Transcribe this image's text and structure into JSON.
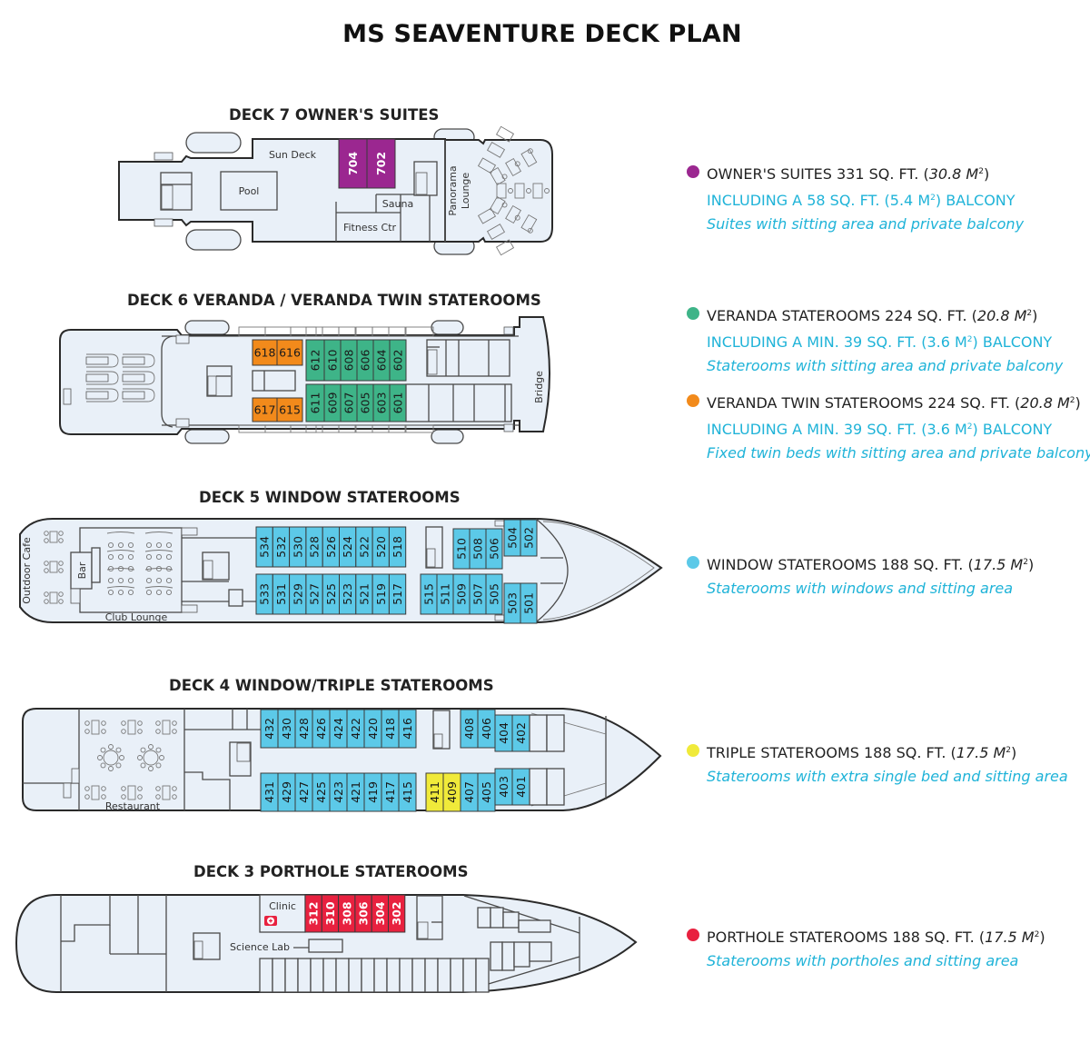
{
  "title": "MS SEAVENTURE DECK PLAN",
  "colors": {
    "owners_suite": "#9b2790",
    "veranda": "#3eb488",
    "veranda_twin": "#f28a1b",
    "window": "#5cc9e8",
    "triple": "#f0ea3a",
    "porthole": "#e8213f",
    "accent_text": "#1fb3d8",
    "deck_fill": "#e9f0f8"
  },
  "decks": [
    {
      "id": "deck7",
      "title": "DECK 7 OWNER'S SUITES",
      "labels": {
        "sun_deck": "Sun Deck",
        "pool": "Pool",
        "sauna": "Sauna",
        "fitness": "Fitness Ctr",
        "panorama_1": "Panorama",
        "panorama_2": "Lounge"
      },
      "cabins": [
        {
          "num": "704",
          "type": "owners_suite"
        },
        {
          "num": "702",
          "type": "owners_suite"
        }
      ]
    },
    {
      "id": "deck6",
      "title": "DECK 6 VERANDA / VERANDA TWIN STATEROOMS",
      "labels": {
        "bridge": "Bridge"
      },
      "cabins_top": [
        {
          "num": "618",
          "type": "veranda_twin"
        },
        {
          "num": "616",
          "type": "veranda_twin"
        },
        {
          "num": "612",
          "type": "veranda"
        },
        {
          "num": "610",
          "type": "veranda"
        },
        {
          "num": "608",
          "type": "veranda"
        },
        {
          "num": "606",
          "type": "veranda"
        },
        {
          "num": "604",
          "type": "veranda"
        },
        {
          "num": "602",
          "type": "veranda"
        }
      ],
      "cabins_bottom": [
        {
          "num": "617",
          "type": "veranda_twin"
        },
        {
          "num": "615",
          "type": "veranda_twin"
        },
        {
          "num": "611",
          "type": "veranda"
        },
        {
          "num": "609",
          "type": "veranda"
        },
        {
          "num": "607",
          "type": "veranda"
        },
        {
          "num": "605",
          "type": "veranda"
        },
        {
          "num": "603",
          "type": "veranda"
        },
        {
          "num": "601",
          "type": "veranda"
        }
      ]
    },
    {
      "id": "deck5",
      "title": "DECK 5 WINDOW STATEROOMS",
      "labels": {
        "outdoor_cafe": "Outdoor Cafe",
        "bar": "Bar",
        "club_lounge": "Club Lounge"
      },
      "cabins_top_aft": [
        "534",
        "532",
        "530",
        "528",
        "526",
        "524",
        "522",
        "520",
        "518"
      ],
      "cabins_bottom_aft": [
        "533",
        "531",
        "529",
        "527",
        "525",
        "523",
        "521",
        "519",
        "517"
      ],
      "cabins_top_fwd": [
        "510",
        "508",
        "506",
        "504",
        "502"
      ],
      "cabins_bottom_fwd": [
        "515",
        "511",
        "509",
        "507",
        "505",
        "503",
        "501"
      ],
      "type": "window"
    },
    {
      "id": "deck4",
      "title": "DECK 4 WINDOW/TRIPLE STATEROOMS",
      "labels": {
        "restaurant": "Restaurant"
      },
      "cabins_top_aft": [
        "432",
        "430",
        "428",
        "426",
        "424",
        "422",
        "420",
        "418",
        "416"
      ],
      "cabins_bottom_aft": [
        "431",
        "429",
        "427",
        "425",
        "423",
        "421",
        "419",
        "417",
        "415"
      ],
      "cabins_top_fwd": [
        "408",
        "406",
        "404",
        "402"
      ],
      "cabins_bottom_fwd": [
        {
          "num": "411",
          "type": "triple"
        },
        {
          "num": "409",
          "type": "triple"
        },
        {
          "num": "407",
          "type": "window"
        },
        {
          "num": "405",
          "type": "window"
        },
        {
          "num": "403",
          "type": "window"
        },
        {
          "num": "401",
          "type": "window"
        }
      ]
    },
    {
      "id": "deck3",
      "title": "DECK 3 PORTHOLE STATEROOMS",
      "labels": {
        "clinic": "Clinic",
        "science_lab": "Science Lab"
      },
      "cabins": [
        "312",
        "310",
        "308",
        "306",
        "304",
        "302"
      ],
      "type": "porthole"
    }
  ],
  "legend": [
    {
      "type": "owners_suite",
      "head": "OWNER'S SUITES 331 SQ. FT. (",
      "head_italic": "30.8 M",
      "head_end": ")",
      "sub": "INCLUDING A 58 SQ. FT. (5.4 M",
      "sub_end": ") BALCONY",
      "desc": "Suites with sitting area and private balcony"
    },
    {
      "type": "veranda",
      "head": "VERANDA STATEROOMS 224 SQ. FT. (",
      "head_italic": "20.8 M",
      "head_end": ")",
      "sub": "INCLUDING A MIN. 39 SQ. FT. (3.6 M",
      "sub_end": ") BALCONY",
      "desc": "Staterooms with sitting area and private balcony"
    },
    {
      "type": "veranda_twin",
      "head": "VERANDA TWIN STATEROOMS 224 SQ. FT. (",
      "head_italic": "20.8 M",
      "head_end": ")",
      "sub": "INCLUDING A MIN. 39 SQ. FT. (3.6 M",
      "sub_end": ") BALCONY",
      "desc": "Fixed twin beds with sitting area and private balcony"
    },
    {
      "type": "window",
      "head": "WINDOW STATEROOMS 188 SQ. FT. (",
      "head_italic": "17.5 M",
      "head_end": ")",
      "desc": "Staterooms with windows and sitting area"
    },
    {
      "type": "triple",
      "head": "TRIPLE STATEROOMS 188 SQ. FT. (",
      "head_italic": "17.5 M",
      "head_end": ")",
      "desc": "Staterooms with extra single bed and sitting area"
    },
    {
      "type": "porthole",
      "head": "PORTHOLE STATEROOMS 188 SQ. FT. (",
      "head_italic": "17.5 M",
      "head_end": ")",
      "desc": "Staterooms with portholes and sitting area"
    }
  ]
}
